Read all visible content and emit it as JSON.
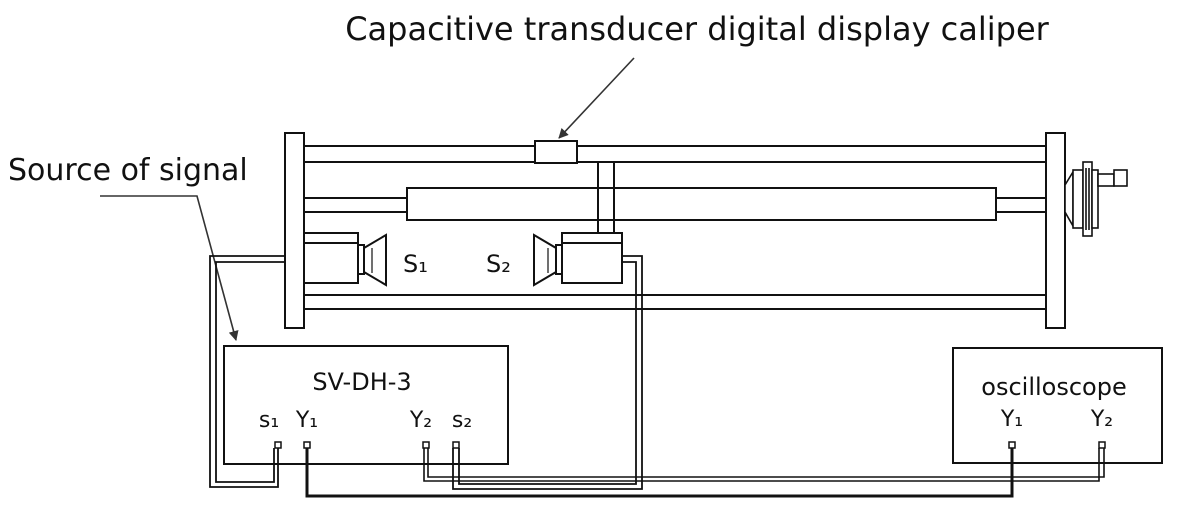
{
  "labels": {
    "caliper": "Capacitive transducer digital display caliper",
    "source": "Source of signal",
    "transducer1": "S₁",
    "transducer2": "S₂"
  },
  "generator": {
    "title": "SV-DH-3",
    "terminals": [
      "s₁",
      "Y₁",
      "Y₂",
      "s₂"
    ]
  },
  "oscilloscope": {
    "title": "oscilloscope",
    "terminals": [
      "Y₁",
      "Y₂"
    ]
  },
  "colors": {
    "line": "#111111",
    "background": "#ffffff"
  }
}
